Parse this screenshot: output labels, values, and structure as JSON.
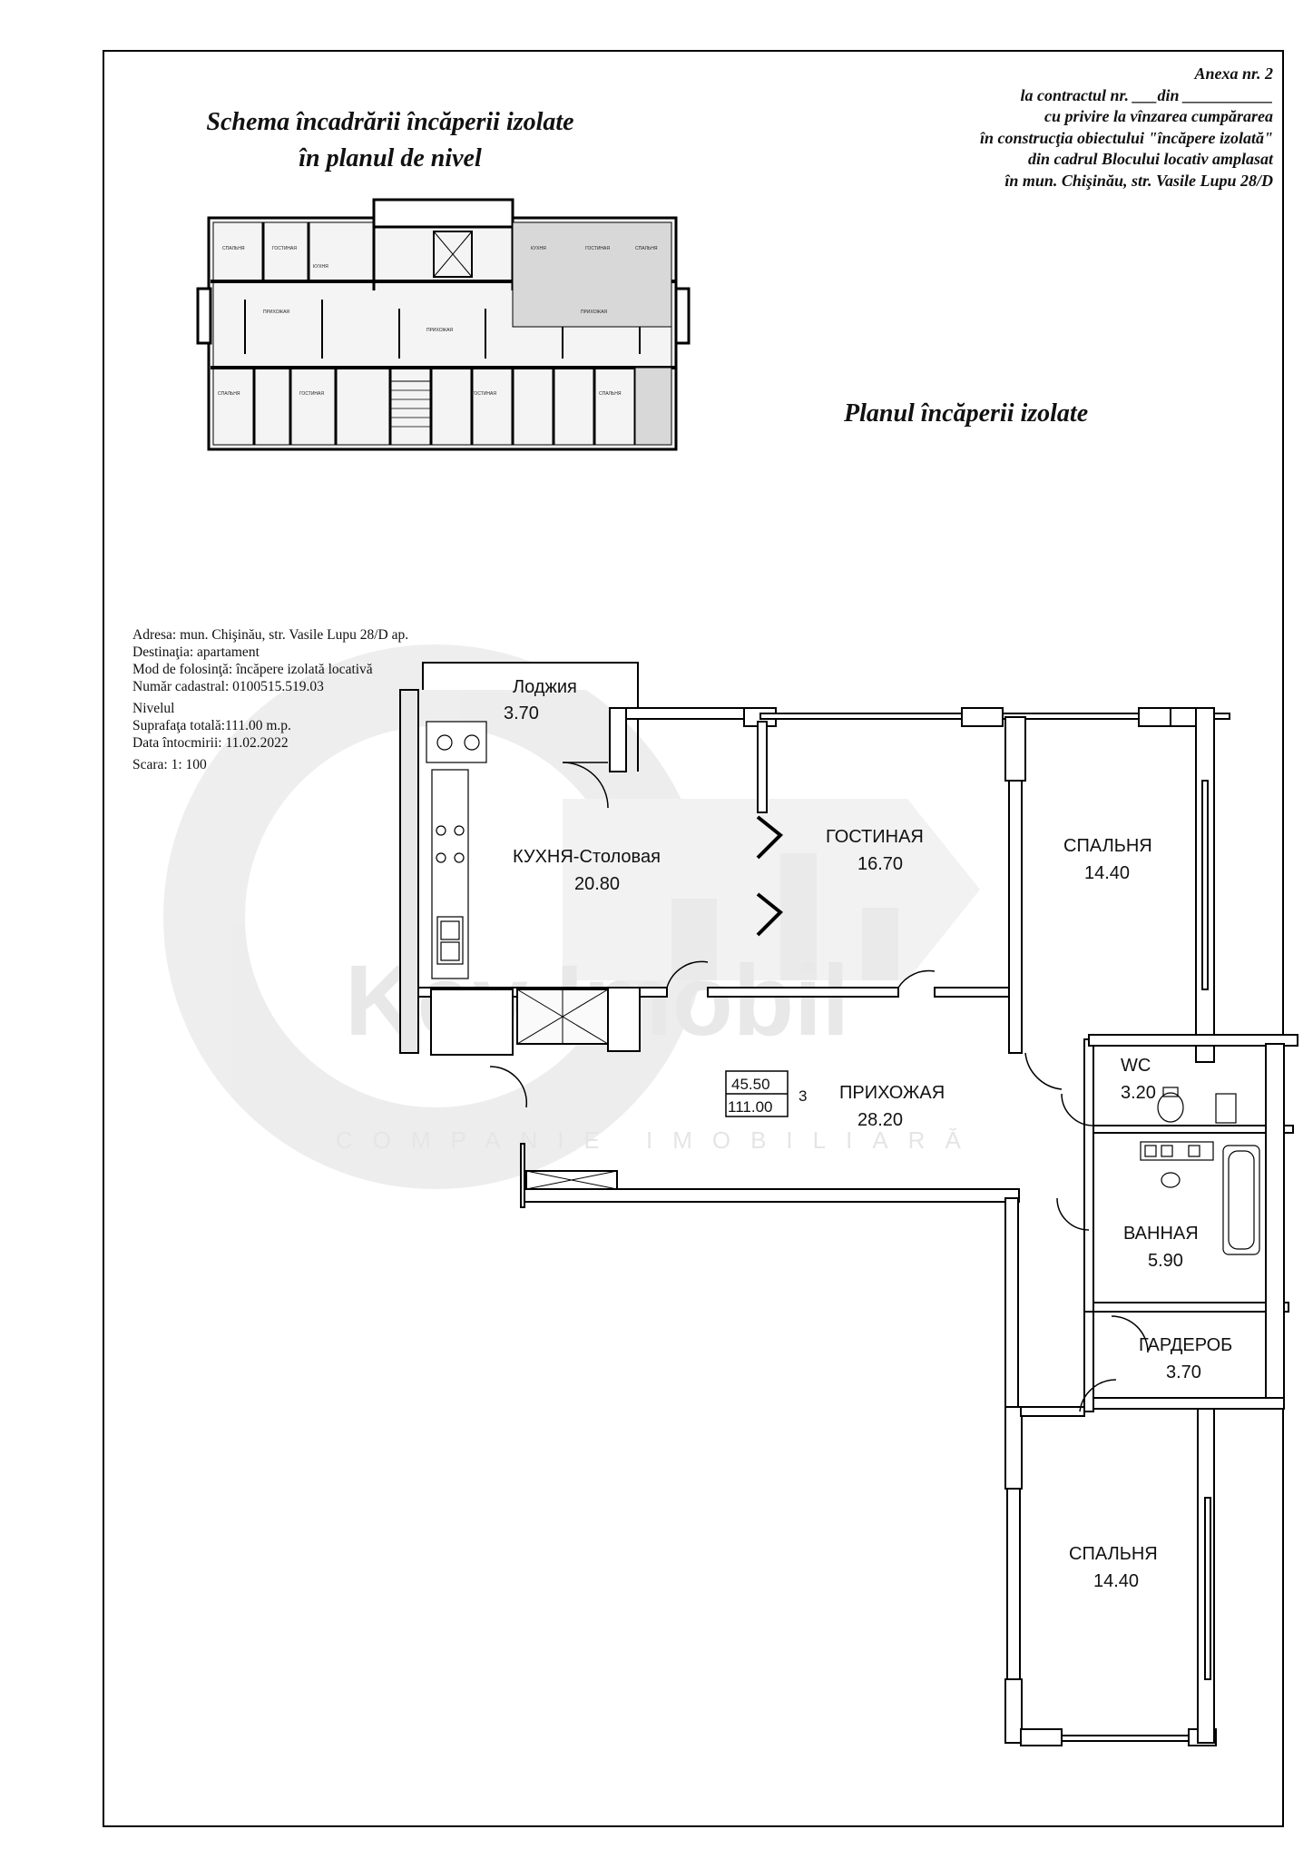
{
  "annex": {
    "line1": "Anexa nr. 2",
    "line2": "la contractul nr. ___din ___________",
    "line3": "cu privire la vînzarea cumpărarea",
    "line4": "în construcţia obiectului \"încăpere izolată\"",
    "line5": "din cadrul Blocului locativ amplasat",
    "line6": "în mun. Chişinău, str. Vasile Lupu 28/D"
  },
  "title": {
    "line1": "Schema încadrării încăperii izolate",
    "line2": "în planul de nivel"
  },
  "plan_title": "Planul încăperii izolate",
  "info": {
    "address": "Adresa: mun. Chişinău, str. Vasile Lupu 28/D ap.",
    "destination": "Destinaţia: apartament",
    "usage": "Mod de folosinţă: încăpere izolată locativă",
    "cadastral": "Număr cadastral: 0100515.519.03",
    "level": "Nivelul",
    "total_area": "Suprafaţa totală:111.00 m.p.",
    "date": "Data întocmirii: 11.02.2022",
    "scale": "Scara: 1: 100"
  },
  "rooms": {
    "loggia": {
      "name": "Лоджия",
      "area": "3.70"
    },
    "kitchen": {
      "name": "КУХНЯ-Столовая",
      "area": "20.80"
    },
    "living": {
      "name": "ГОСТИНАЯ",
      "area": "16.70"
    },
    "bedroom1": {
      "name": "СПАЛЬНЯ",
      "area": "14.40"
    },
    "hall": {
      "name": "ПРИХОЖАЯ",
      "area": "28.20"
    },
    "wc": {
      "name": "WC",
      "area": "3.20"
    },
    "bath": {
      "name": "ВАННАЯ",
      "area": "5.90"
    },
    "wardrobe": {
      "name": "ГАРДЕРОБ",
      "area": "3.70"
    },
    "bedroom2": {
      "name": "СПАЛЬНЯ",
      "area": "14.40"
    }
  },
  "apartment_badge": {
    "living_area": "45.50",
    "total_area": "111.00",
    "rooms": "3"
  },
  "watermark": {
    "brand": "Key Imobil",
    "tagline": "COMPANIE IMOBILIARĂ"
  }
}
